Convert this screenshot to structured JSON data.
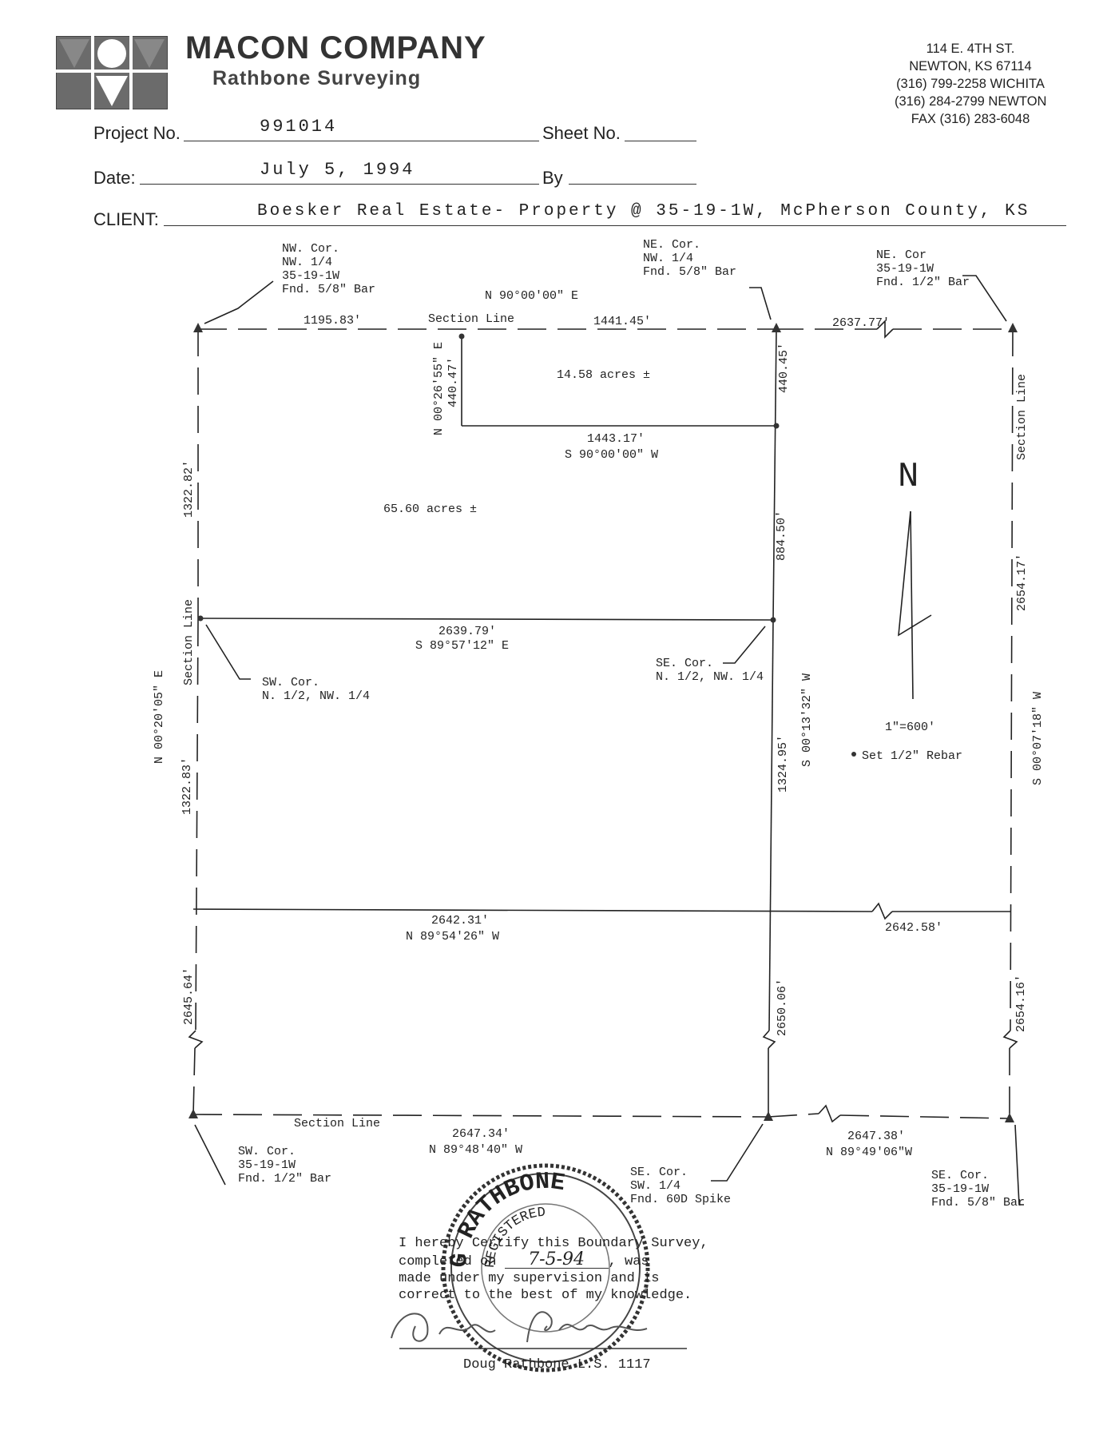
{
  "company": {
    "name": "MACON COMPANY",
    "subtitle": "Rathbone Surveying",
    "address": [
      "114 E. 4TH ST.",
      "NEWTON, KS 67114",
      "(316) 799-2258 WICHITA",
      "(316) 284-2799 NEWTON",
      "FAX (316) 283-6048"
    ]
  },
  "form": {
    "project_label": "Project No.",
    "project_value": "991014",
    "sheet_label": "Sheet No.",
    "date_label": "Date:",
    "date_value": "July 5, 1994",
    "by_label": "By",
    "client_label": "CLIENT:",
    "client_value": "Boesker Real Estate- Property @ 35-19-1W, McPherson County, KS"
  },
  "corners": {
    "nw_nw": [
      "NW. Cor.",
      "NW. 1/4",
      "35-19-1W",
      "Fnd. 5/8\" Bar"
    ],
    "ne_nw": [
      "NE. Cor.",
      "NW. 1/4",
      "Fnd. 5/8\" Bar"
    ],
    "ne_sec": [
      "NE. Cor",
      "35-19-1W",
      "Fnd. 1/2\" Bar"
    ],
    "sw_n12": [
      "SW. Cor.",
      "N. 1/2, NW. 1/4"
    ],
    "se_n12": [
      "SE. Cor.",
      "N. 1/2, NW. 1/4"
    ],
    "sw_sec": [
      "SW. Cor.",
      "35-19-1W",
      "Fnd. 1/2\" Bar"
    ],
    "se_sw": [
      "SE. Cor.",
      "SW. 1/4",
      "Fnd. 60D Spike"
    ],
    "se_sec": [
      "SE. Cor.",
      "35-19-1W",
      "Fnd. 5/8\" Bar"
    ]
  },
  "dims": {
    "d1195": "1195.83'",
    "section_line": "Section Line",
    "d1441": "1441.45'",
    "bearing_top": "N 90°00'00\" E",
    "d2637_77": "2637.77'",
    "small_brg": "N 00°26'55\" E",
    "d440_47": "440.47'",
    "acres_small": "14.58 acres ±",
    "d440_45": "440.45'",
    "d1443": "1443.17'",
    "brg_1443": "S 90°00'00\" W",
    "d1322_82": "1322.82'",
    "acres_big": "65.60 acres ±",
    "d884": "884.50'",
    "d2654_17": "2654.17'",
    "d2639": "2639.79'",
    "brg_2639": "S 89°57'12\" E",
    "left_brg": "N 00°20'05\" E",
    "mid_brg": "S 00°13'32\" W",
    "right_brg": "S 00°07'18\" W",
    "d1324": "1324.95'",
    "d1322_83": "1322.83'",
    "scale": "1\"=600'",
    "legend": "Set 1/2\" Rebar",
    "d2642_31": "2642.31'",
    "brg_2642": "N 89°54'26\" W",
    "d2642_58": "2642.58'",
    "d2645": "2645.64'",
    "d2650": "2650.06'",
    "d2654_16": "2654.16'",
    "d2647_34": "2647.34'",
    "brg_2647_34": "N 89°48'40\" W",
    "d2647_38": "2647.38'",
    "brg_2647_38": "N 89°49'06\"W",
    "north": "N"
  },
  "certification": {
    "lines": [
      "I hereby Certify this Boundary Survey,",
      "completed on",
      ", was",
      "made under my supervision and is",
      "correct to the best of my knowledge."
    ],
    "signed_date": "7-5-94",
    "signer": "Doug Rathbone L.S. 1117",
    "seal_text": "G RATHBONE",
    "seal_text2": "REGISTERED"
  }
}
